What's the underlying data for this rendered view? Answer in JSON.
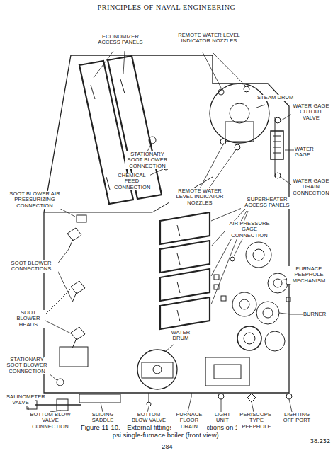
{
  "diagram": {
    "title": "PRINCIPLES OF NAVAL ENGINEERING",
    "caption": "Figure 11-10.—External fittings and connections on 1200-psi single-furnace boiler (front view).",
    "labels": [
      "ECONOMIZER ACCESS PANELS",
      "REMOTE WATER LEVEL INDICATOR NOZZLES",
      "STEAM DRUM",
      "WATER GAGE CUTOUT VALVE",
      "WATER GAGE",
      "WATER GAGE DRAIN CONNECTION",
      "STATIONARY SOOT BLOWER CONNECTION",
      "CHEMICAL FEED CONNECTION",
      "SOOT BLOWER AIR PRESSURIZING CONNECTION",
      "REMOTE WATER LEVEL INDICATOR NOZZLES",
      "SUPERHEATER ACCESS PANELS",
      "AIR PRESSURE GAGE CONNECTION",
      "SOOT BLOWER CONNECTIONS",
      "FURNACE PEEPHOLE MECHANISM",
      "SOOT BLOWER HEADS",
      "BURNER",
      "STATIONARY SOOT BLOWER CONNECTION",
      "WATER DRUM",
      "SALINOMETER VALVE",
      "BOTTOM BLOW VALVE CONNECTION",
      "SLIDING SADDLE",
      "BOTTOM BLOW VALVE",
      "FURNACE FLOOR DRAIN",
      "LIGHT UNIT",
      "PERISCOPE-TYPE PEEPHOLE",
      "LIGHTING OFF PORT",
      "38.232",
      "284"
    ]
  }
}
